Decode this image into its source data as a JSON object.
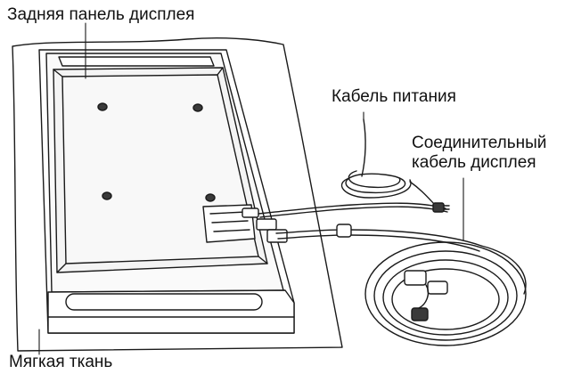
{
  "labels": {
    "display_back_panel": "Задняя панель дисплея",
    "power_cable": "Кабель питания",
    "connection_cable_line1": "Соединительный",
    "connection_cable_line2": "кабель дисплея",
    "soft_cloth": "Мягкая ткань"
  },
  "colors": {
    "line": "#1a1a1a",
    "fill_light": "#ffffff",
    "fill_panel": "#f4f4f4",
    "fill_screw": "#3a3a3a"
  }
}
